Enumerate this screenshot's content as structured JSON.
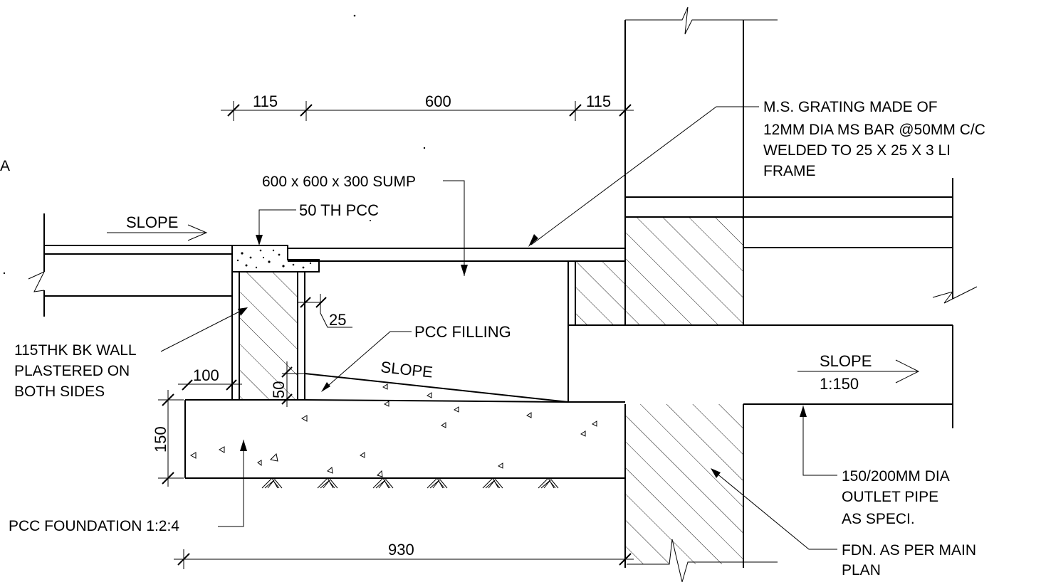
{
  "dimensions": {
    "d1": "115",
    "d2": "600",
    "d3": "115",
    "d4": "25",
    "d5": "100",
    "d6": "50",
    "d7": "150",
    "d8": "930"
  },
  "labels": {
    "sump": "600 x 600 x 300 SUMP",
    "pcc_top": "50 TH PCC",
    "slope_left": "SLOPE",
    "slope_mid": "SLOPE",
    "slope_right": "SLOPE",
    "slope_ratio": "1:150",
    "pcc_filling": "PCC FILLING",
    "wall_1": "115THK BK WALL",
    "wall_2": "PLASTERED ON",
    "wall_3": "BOTH SIDES",
    "foundation": "PCC FOUNDATION 1:2:4",
    "grating_1": "M.S. GRATING MADE OF",
    "grating_2": "12MM DIA MS BAR @50MM C/C",
    "grating_3": "WELDED TO 25 X 25 X 3 LI",
    "grating_4": "FRAME",
    "pipe_1": "150/200MM DIA",
    "pipe_2": "OUTLET PIPE",
    "pipe_3": "AS SPECI.",
    "fdn_1": "FDN. AS PER MAIN",
    "fdn_2": "PLAN",
    "edge_letter": "A"
  }
}
